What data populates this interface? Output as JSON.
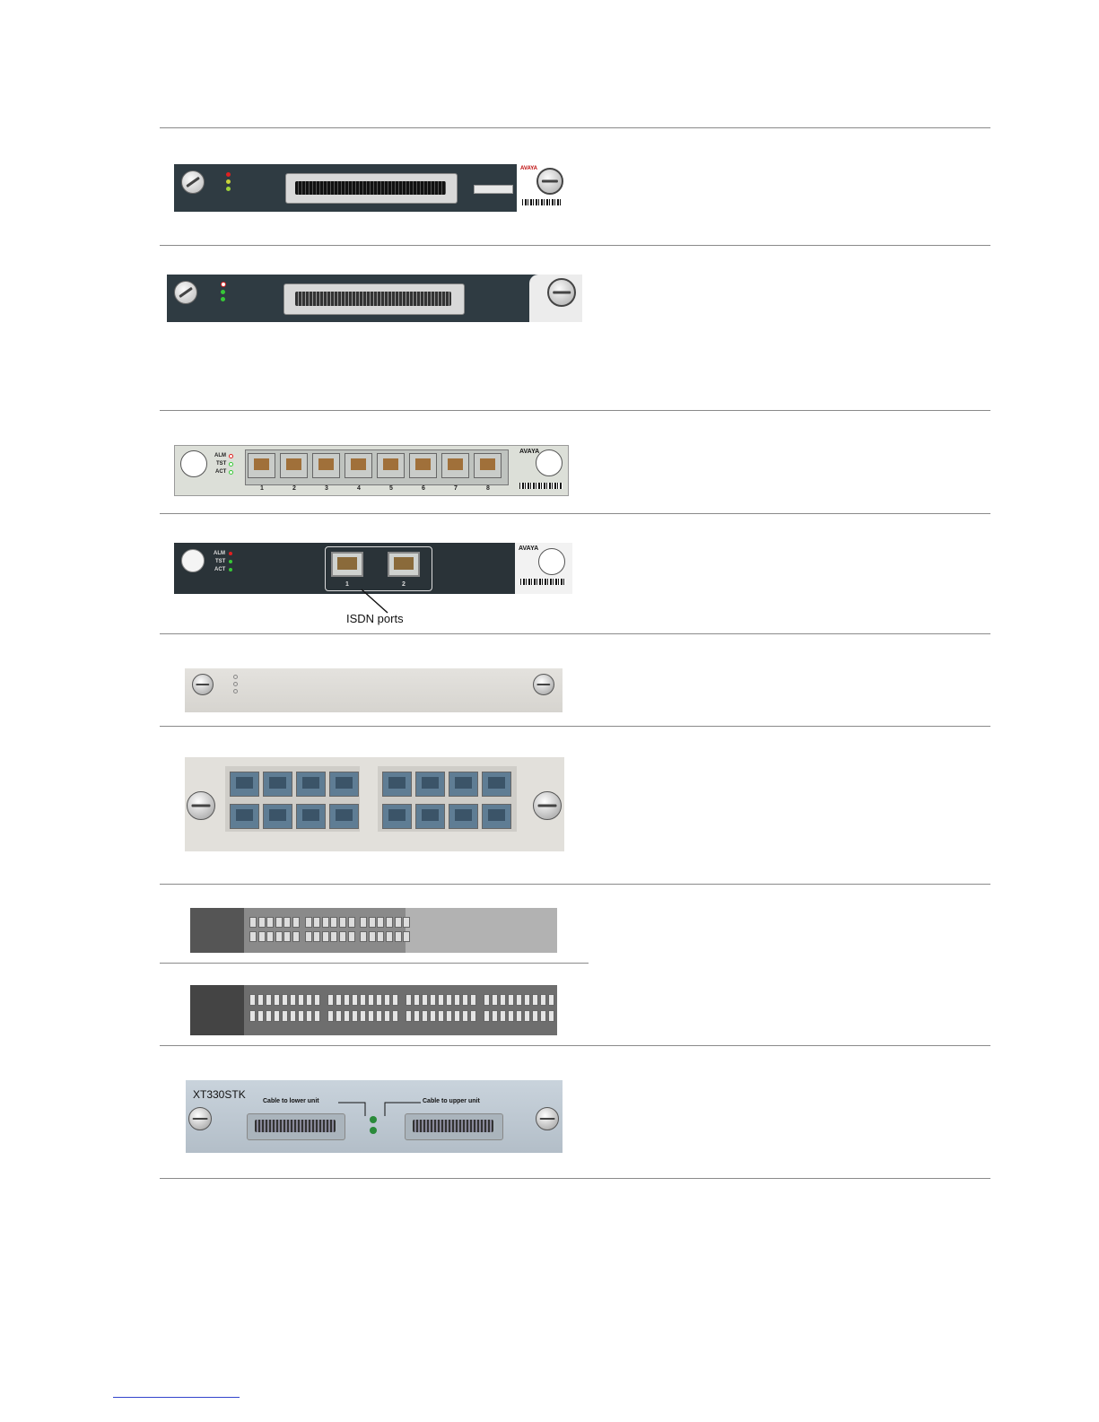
{
  "figures": {
    "isdn_label": "ISDN ports",
    "bri_module": {
      "brand": "AVAYA",
      "led_labels": [
        "ALM",
        "TST",
        "ACT"
      ],
      "port_numbers": [
        "1",
        "2",
        "3",
        "4",
        "5",
        "6",
        "7",
        "8"
      ]
    },
    "isdn_module": {
      "brand": "AVAYA",
      "led_labels": [
        "ALM",
        "TST",
        "ACT"
      ],
      "port_numbers": [
        "1",
        "2"
      ]
    },
    "top_module": {
      "brand": "AVAYA"
    },
    "stack_module": {
      "model": "XT330STK",
      "left_caption": "Cable to lower unit",
      "right_caption": "Cable to upper unit"
    }
  },
  "colors": {
    "dark_panel": "#2f3b42",
    "light_panel": "#dcddd8",
    "alarm_led": "#e02020",
    "ok_led": "#37c837",
    "footnote_rule": "#3344cc"
  }
}
